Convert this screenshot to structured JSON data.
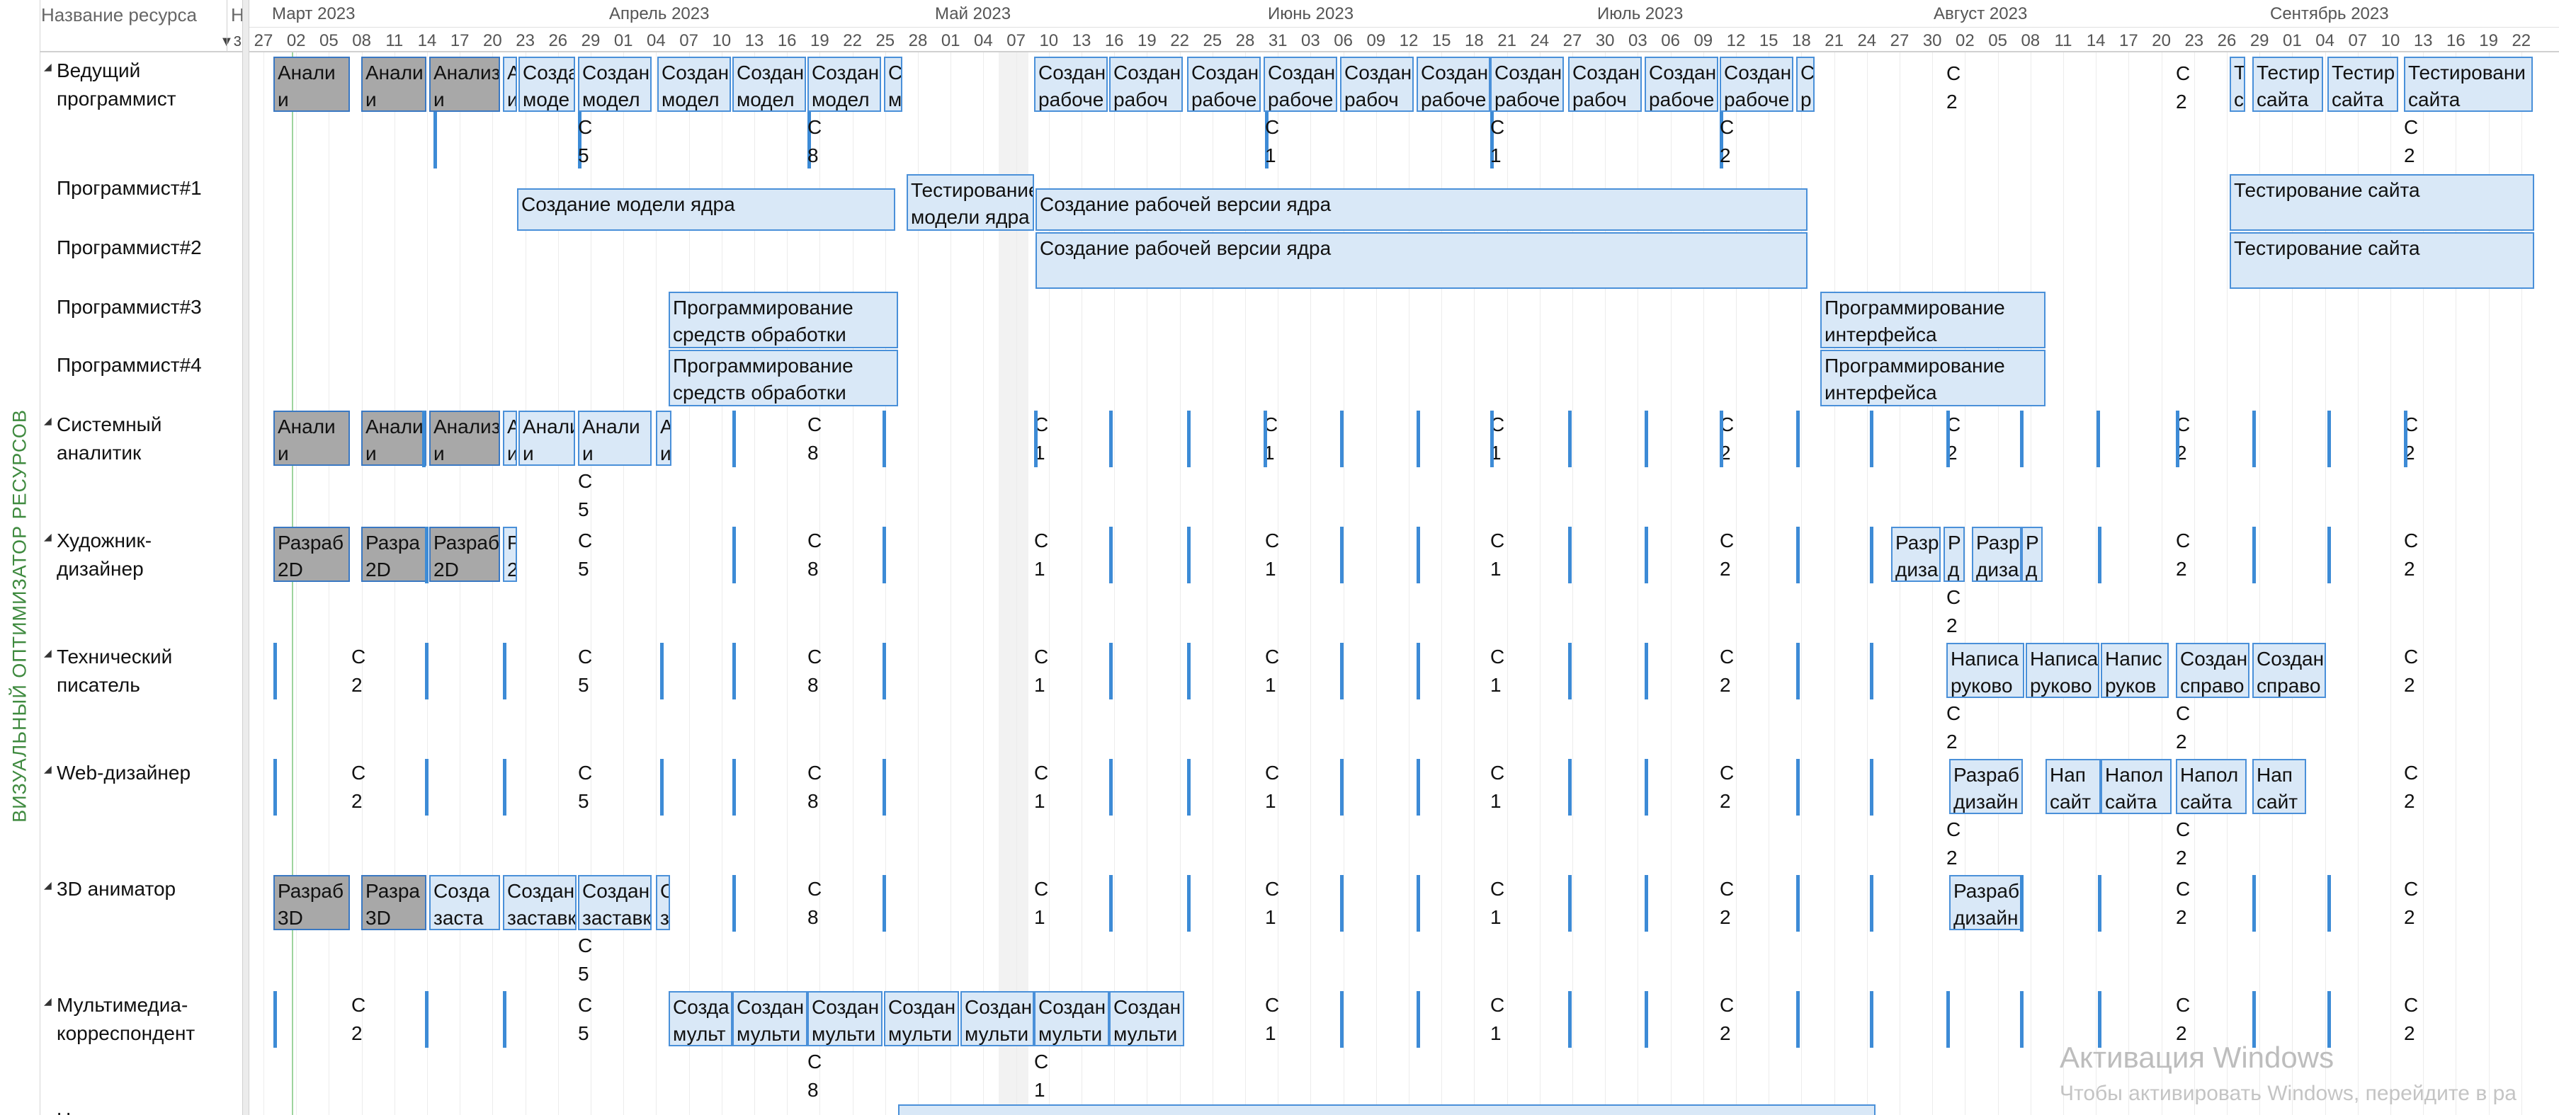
{
  "header": {
    "resource_column_label": "Название ресурса",
    "h_label": "Н",
    "h_value": "3",
    "sort_icon": "triangle-down-icon"
  },
  "side_title": "ВИЗУАЛЬНЫЙ ОПТИМИЗАТОР РЕСУРСОВ",
  "months": [
    "Март 2023",
    "Апрель 2023",
    "Май 2023",
    "Июнь 2023",
    "Июль 2023",
    "Август 2023",
    "Сентябрь 2023"
  ],
  "days": [
    "27",
    "02",
    "05",
    "08",
    "11",
    "14",
    "17",
    "20",
    "23",
    "26",
    "29",
    "01",
    "04",
    "07",
    "10",
    "13",
    "16",
    "19",
    "22",
    "25",
    "28",
    "01",
    "04",
    "07",
    "10",
    "13",
    "16",
    "19",
    "22",
    "25",
    "28",
    "31",
    "03",
    "06",
    "09",
    "12",
    "15",
    "18",
    "21",
    "24",
    "27",
    "30",
    "03",
    "06",
    "09",
    "12",
    "15",
    "18",
    "21",
    "24",
    "27",
    "30",
    "02",
    "05",
    "08",
    "11",
    "14",
    "17",
    "20",
    "23",
    "26",
    "29",
    "01",
    "04",
    "07",
    "10",
    "13",
    "16",
    "19",
    "22"
  ],
  "resources": [
    "Ведущий программист",
    "Программист#1",
    "Программист#2",
    "Программист#3",
    "Программист#4",
    "Системный аналитик",
    "Художник-дизайнер",
    "Технический писатель",
    "Web-дизайнер",
    "3D аниматор",
    "Мультимедиа-корреспондент",
    "Н"
  ],
  "tasks": {
    "p1_model": "Создание модели ядра",
    "p1_test": "Тестирование модели ядра",
    "p1_work": "Создание рабочей версии ядра",
    "p1_site": "Тестирование сайта",
    "p2_work": "Создание рабочей версии ядра",
    "p2_site": "Тестирование сайта",
    "p3_tools": "Программирование средств обработки",
    "p3_iface": "Программирование интерфейса",
    "p4_tools": "Программирование средств обработки",
    "p4_iface": "Программирование интерфейса",
    "lead": [
      "Анали и",
      "Анали и",
      "Анализ и",
      "А и",
      "Созда моде",
      "Создан модел",
      "Создан модел",
      "Создан модел",
      "Создан модел",
      "С м",
      "Создан рабоче",
      "Создан рабоч",
      "Создан рабоче",
      "Создан рабоче",
      "Создан рабоч",
      "Создан рабоче",
      "Создан рабоче",
      "Создан рабоч",
      "Создан рабоче",
      "Создан рабоче",
      "С р",
      "Т с",
      "Тестир сайта",
      "Тестир сайта",
      "Тестировани сайта"
    ],
    "analyst": [
      "Анали и",
      "Анали и",
      "Анализ и",
      "А и",
      "Анали и",
      "Анали и",
      "А и"
    ],
    "artist": [
      "Разраб 2D",
      "Разра 2D",
      "Разраб 2D",
      "Р 2",
      "Разр диза",
      "Р д",
      "Разр диза",
      "Р д"
    ],
    "writer": [
      "Написа руково",
      "Написа руково",
      "Напис руков",
      "Создан справо",
      "Создан справо"
    ],
    "webdesigner": [
      "Разраб дизайн",
      "Нап сайт",
      "Напол сайта",
      "Напол сайта",
      "Нап сайт"
    ],
    "animator": [
      "Разраб 3D",
      "Разра 3D",
      "Созда заста",
      "Создан заставк",
      "Создан заставк",
      "С з",
      "Разраб дизайн"
    ],
    "multimedia": [
      "Созда мульт",
      "Создан мульти",
      "Создан мульти",
      "Создан мульти",
      "Создан мульти",
      "Создан мульти",
      "Создан мульти"
    ],
    "small": [
      "С",
      "2",
      "5",
      "8",
      "1"
    ]
  },
  "watermark": {
    "title": "Активация Windows",
    "subtitle": "Чтобы активировать Windows, перейдите в ра"
  }
}
